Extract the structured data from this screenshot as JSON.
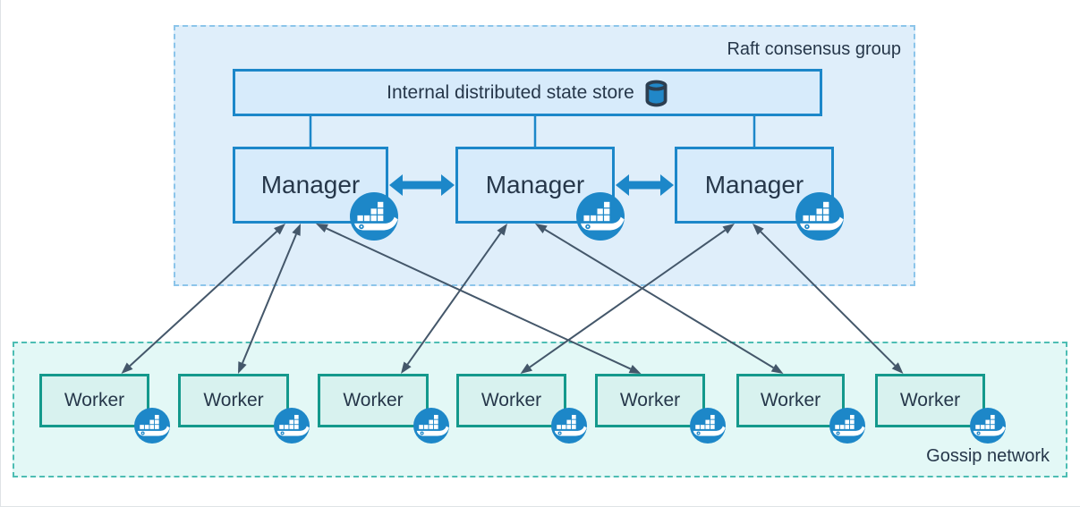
{
  "colors": {
    "raft_fill": "#dfeefa",
    "raft_border": "#8cc5ea",
    "node_blue_fill": "#d7ebfb",
    "node_blue_border": "#1c87c9",
    "thick_arrow": "#1c87c9",
    "gossip_fill": "#e3f8f6",
    "gossip_border": "#4dbdb3",
    "worker_fill": "#d8f2ef",
    "worker_border": "#14998c",
    "text": "#26374a",
    "arrow": "#44576a",
    "docker_blue": "#1d87c8",
    "db_icon_fill": "#2187c8",
    "db_icon_stroke": "#2c3e50"
  },
  "raft_group": {
    "label": "Raft consensus group",
    "state_store": {
      "label": "Internal distributed state store",
      "icon": "database-cylinder-icon"
    },
    "managers": [
      {
        "id": "manager-1",
        "label": "Manager",
        "icon": "docker-whale-icon"
      },
      {
        "id": "manager-2",
        "label": "Manager",
        "icon": "docker-whale-icon"
      },
      {
        "id": "manager-3",
        "label": "Manager",
        "icon": "docker-whale-icon"
      }
    ]
  },
  "gossip_network": {
    "label": "Gossip network",
    "workers": [
      {
        "id": "worker-1",
        "label": "Worker",
        "icon": "docker-whale-icon"
      },
      {
        "id": "worker-2",
        "label": "Worker",
        "icon": "docker-whale-icon"
      },
      {
        "id": "worker-3",
        "label": "Worker",
        "icon": "docker-whale-icon"
      },
      {
        "id": "worker-4",
        "label": "Worker",
        "icon": "docker-whale-icon"
      },
      {
        "id": "worker-5",
        "label": "Worker",
        "icon": "docker-whale-icon"
      },
      {
        "id": "worker-6",
        "label": "Worker",
        "icon": "docker-whale-icon"
      },
      {
        "id": "worker-7",
        "label": "Worker",
        "icon": "docker-whale-icon"
      }
    ]
  },
  "edges": {
    "state_store_to_managers": [
      "manager-1",
      "manager-2",
      "manager-3"
    ],
    "manager_peer_links": [
      [
        "manager-1",
        "manager-2"
      ],
      [
        "manager-2",
        "manager-3"
      ]
    ],
    "manager_worker_links": [
      [
        "manager-1",
        "worker-1"
      ],
      [
        "manager-1",
        "worker-2"
      ],
      [
        "manager-1",
        "worker-5"
      ],
      [
        "manager-2",
        "worker-3"
      ],
      [
        "manager-2",
        "worker-6"
      ],
      [
        "manager-3",
        "worker-4"
      ],
      [
        "manager-3",
        "worker-7"
      ]
    ]
  }
}
